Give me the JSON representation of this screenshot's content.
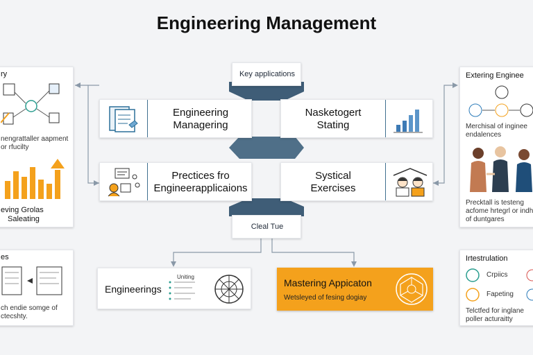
{
  "title": "Engineering Management",
  "center": {
    "top_label": "Key applications",
    "bottom_label": "Cleal Tue"
  },
  "boxes": {
    "top_left": {
      "line1": "Engineering",
      "line2": "Managering"
    },
    "top_right": {
      "line1": "Nasketogert",
      "line2": "Stating"
    },
    "mid_left": {
      "line1": "Prectices fro",
      "line2": "Engineerapplicaions"
    },
    "mid_right": {
      "line1": "Systical",
      "line2": "Exercises"
    }
  },
  "bottom_left": {
    "title": "Engineerings",
    "list_heading": "Uniting"
  },
  "bottom_right": {
    "title": "Mastering Appicaton",
    "subtitle": "Wetsleyed of fesing dogiay",
    "accent": "#f4a11c"
  },
  "left_panel_top": {
    "header": "ry",
    "caption_line1": "nengrattaller aapment",
    "caption_line2": "or rfucilty",
    "chart_caption_line1": "eving Grolas",
    "chart_caption_line2": "Saleating"
  },
  "left_panel_bottom": {
    "header": "es",
    "caption_line1": "ch endie somge of",
    "caption_line2": "ctecshty."
  },
  "right_panel_top": {
    "header": "Extering Enginee",
    "caption_line1": "Merchisal of inginee",
    "caption_line2": "endalences",
    "caption2_line1": "Precktall is testeng",
    "caption2_line2": "acfome hrtegrl or indh",
    "caption2_line3": "of duntgares"
  },
  "right_panel_bottom": {
    "header": "Irtestrulation",
    "item1": "Crpiics",
    "item2": "Fapeting",
    "caption_line1": "Telctfed for inglane",
    "caption_line2": "poller acturaitty"
  },
  "colors": {
    "slate": "#4f6f88",
    "slate_dark": "#3f5d77",
    "accent": "#f4a11c",
    "blue": "#2b7bb9"
  },
  "icons": [
    "document-icon",
    "bar-chart-icon",
    "presentation-icon",
    "people-icon",
    "flow-icon",
    "target-icon",
    "handshake-icon"
  ]
}
